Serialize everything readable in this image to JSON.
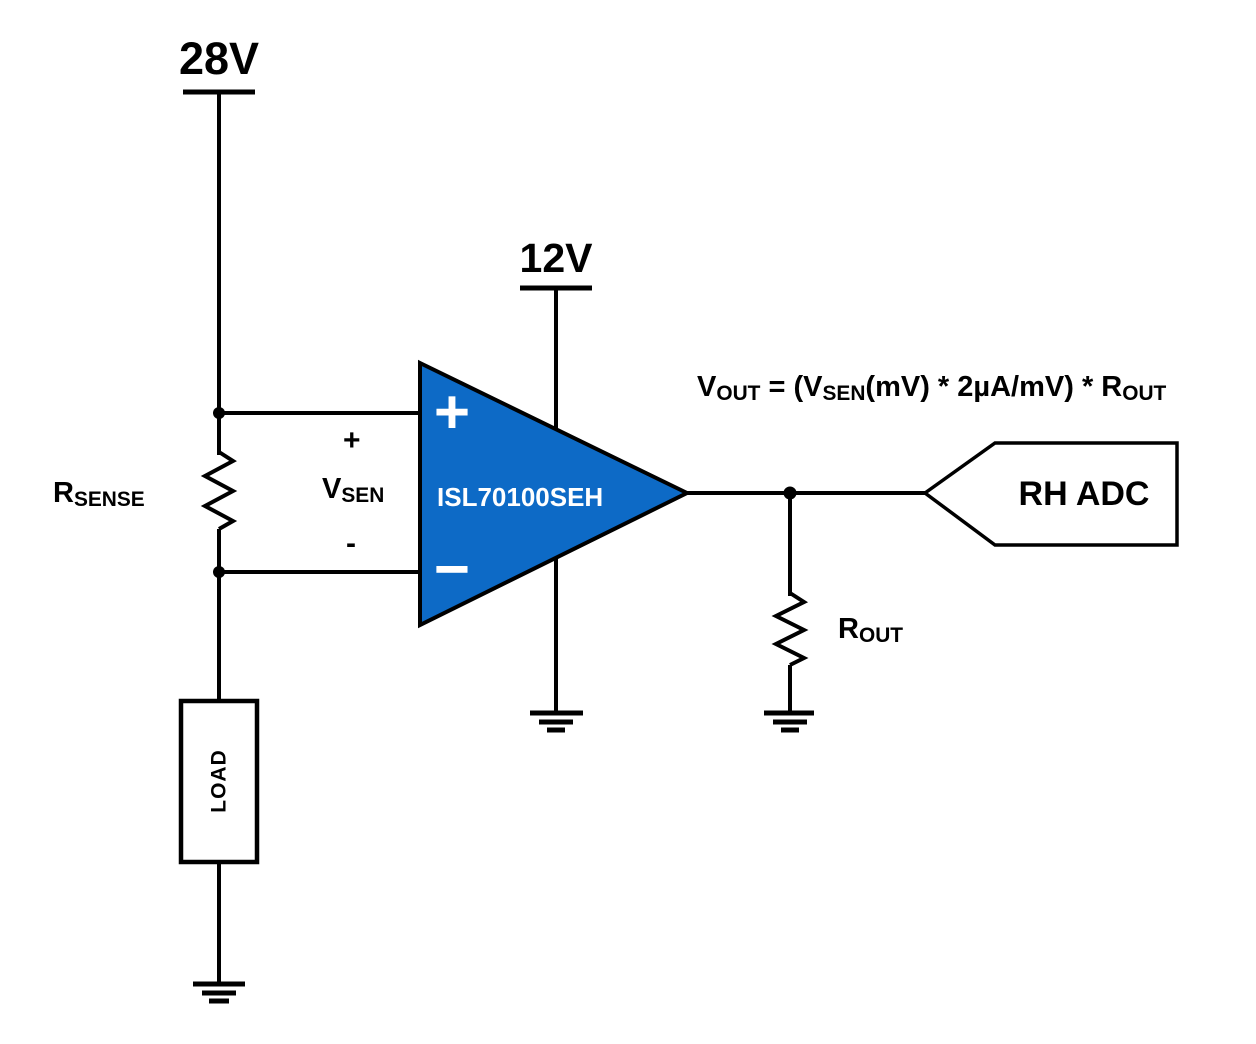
{
  "diagram": {
    "title_implied": "ISL70100SEH current-sense amplifier application circuit",
    "supply_28v": {
      "label": "28V"
    },
    "supply_12v": {
      "label": "12V"
    },
    "r_sense": {
      "base": "R",
      "sub": "SENSE"
    },
    "v_sen": {
      "base": "V",
      "sub": "SEN",
      "plus": "+",
      "minus": "-"
    },
    "opamp": {
      "part": "ISL70100SEH",
      "noninverting": "+",
      "inverting": "−"
    },
    "load": {
      "label": "LOAD"
    },
    "r_out": {
      "base": "R",
      "sub": "OUT"
    },
    "adc_tag": {
      "label": "RH ADC"
    },
    "equation": {
      "p1": "V",
      "s1": "OUT",
      "p2": " = (V",
      "s2": "SEN",
      "p3": "(mV) * 2µA/mV) * R",
      "s3": "OUT"
    },
    "colors": {
      "opamp_fill": "#0d6ac6",
      "line": "#000000",
      "background": "#ffffff"
    }
  }
}
